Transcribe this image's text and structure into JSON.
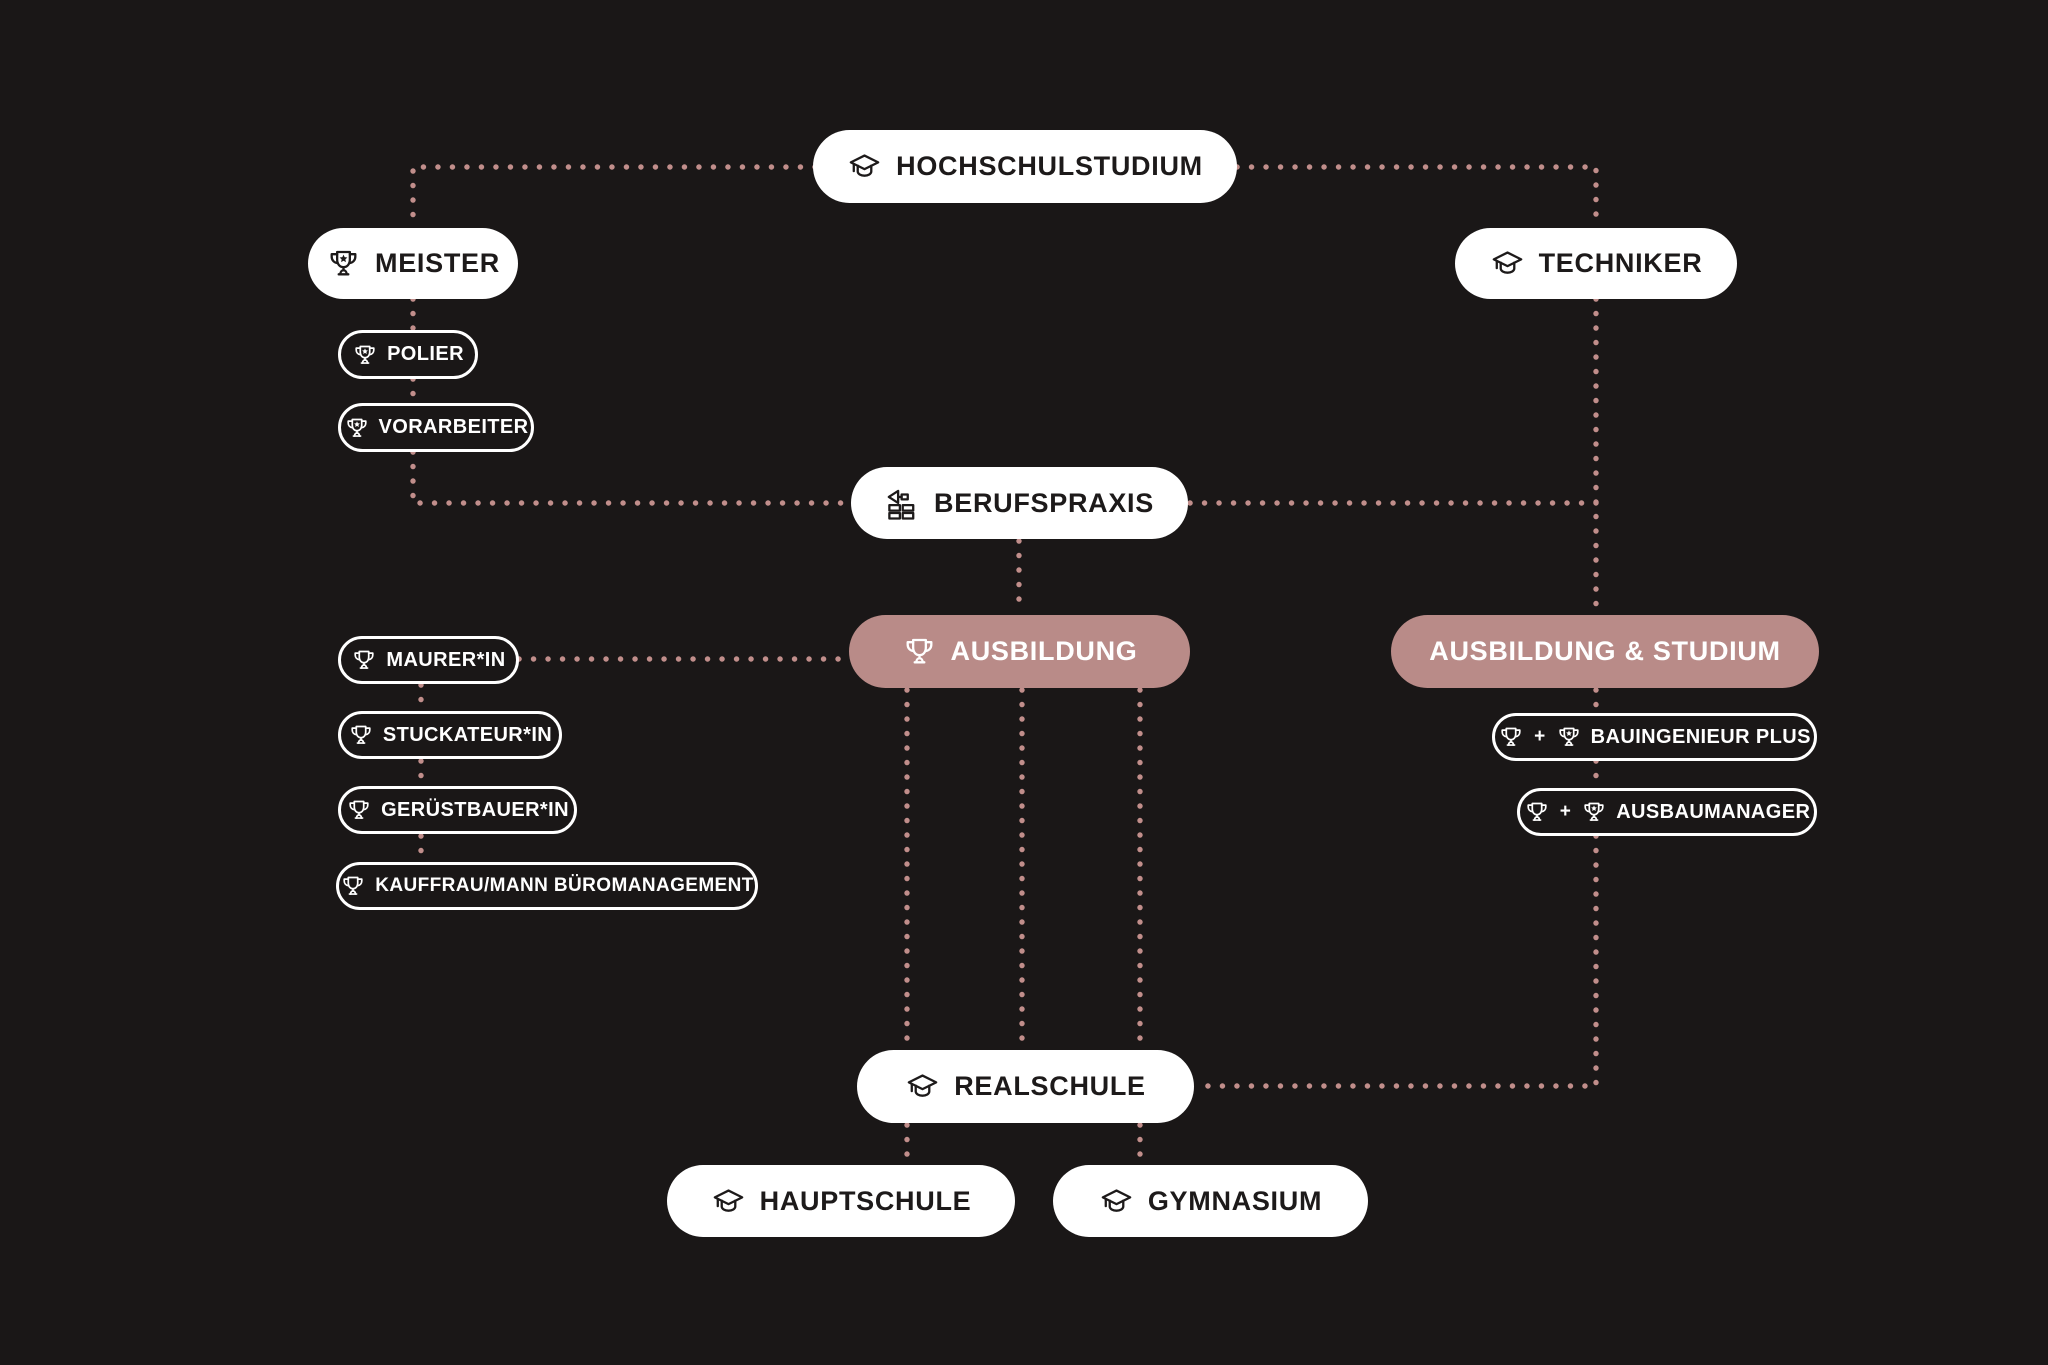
{
  "colors": {
    "background": "#1a1717",
    "node_pink": "#b98b88",
    "dot_pink": "#c18e8b",
    "node_white": "#ffffff",
    "text_dark": "#1d1a1a",
    "text_light": "#ffffff"
  },
  "nodes": {
    "hochschulstudium": {
      "label": "HOCHSCHULSTUDIUM",
      "icon": "graduation-cap-icon"
    },
    "meister": {
      "label": "MEISTER",
      "icon": "trophy-star-icon"
    },
    "polier": {
      "label": "POLIER",
      "icon": "trophy-star-icon"
    },
    "vorarbeiter": {
      "label": "VORARBEITER",
      "icon": "trophy-star-icon"
    },
    "berufspraxis": {
      "label": "BERUFSPRAXIS",
      "icon": "bricklaying-trowel-icon"
    },
    "ausbildung": {
      "label": "AUSBILDUNG",
      "icon": "trophy-icon"
    },
    "techniker": {
      "label": "TECHNIKER",
      "icon": "graduation-cap-icon"
    },
    "ausbildung_studium": {
      "label": "AUSBILDUNG & STUDIUM",
      "icon": ""
    },
    "bauingenieur_plus": {
      "label": "BAUINGENIEUR PLUS",
      "plus": "+",
      "icon": "trophy-icon trophy-star-icon"
    },
    "ausbaumanager": {
      "label": "AUSBAUMANAGER",
      "plus": "+",
      "icon": "trophy-icon trophy-star-icon"
    },
    "maurer": {
      "label": "MAURER*IN",
      "icon": "trophy-icon"
    },
    "stuckateur": {
      "label": "STUCKATEUR*IN",
      "icon": "trophy-icon"
    },
    "geruestbauer": {
      "label": "GERÜSTBAUER*IN",
      "icon": "trophy-icon"
    },
    "kauffrau": {
      "label": "KAUFFRAU/MANN BÜROMANAGEMENT",
      "icon": "trophy-icon"
    },
    "realschule": {
      "label": "REALSCHULE",
      "icon": "graduation-cap-icon"
    },
    "hauptschule": {
      "label": "HAUPTSCHULE",
      "icon": "graduation-cap-icon"
    },
    "gymnasium": {
      "label": "GYMNASIUM",
      "icon": "graduation-cap-icon"
    }
  },
  "connections": [
    {
      "from": "hochschulstudium",
      "to": "meister"
    },
    {
      "from": "hochschulstudium",
      "to": "techniker"
    },
    {
      "from": "meister",
      "to": "polier"
    },
    {
      "from": "polier",
      "to": "vorarbeiter"
    },
    {
      "from": "vorarbeiter",
      "to": "berufspraxis"
    },
    {
      "from": "berufspraxis",
      "to": "techniker"
    },
    {
      "from": "berufspraxis",
      "to": "ausbildung"
    },
    {
      "from": "techniker",
      "to": "ausbildung_studium"
    },
    {
      "from": "ausbildung",
      "to": "maurer"
    },
    {
      "from": "maurer",
      "to": "stuckateur"
    },
    {
      "from": "stuckateur",
      "to": "geruestbauer"
    },
    {
      "from": "geruestbauer",
      "to": "kauffrau"
    },
    {
      "from": "ausbildung",
      "to": "realschule"
    },
    {
      "from": "ausbildung_studium",
      "to": "bauingenieur_plus"
    },
    {
      "from": "bauingenieur_plus",
      "to": "ausbaumanager"
    },
    {
      "from": "ausbaumanager",
      "to": "realschule"
    },
    {
      "from": "realschule",
      "to": "hauptschule"
    },
    {
      "from": "realschule",
      "to": "gymnasium"
    }
  ]
}
